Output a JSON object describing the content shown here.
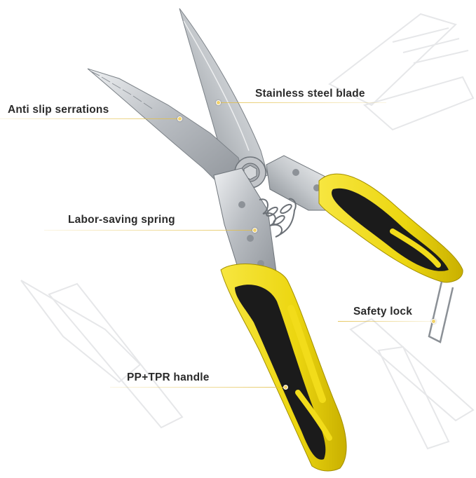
{
  "callouts": {
    "anti_slip": "Anti slip serrations",
    "blade": "Stainless steel blade",
    "spring": "Labor-saving spring",
    "lock": "Safety lock",
    "handle": "PP+TPR handle"
  },
  "colors": {
    "handle_yellow": "#f2dc1a",
    "handle_black": "#1b1b1b",
    "steel": "#c9ccd0",
    "leader": "#e2be46"
  }
}
